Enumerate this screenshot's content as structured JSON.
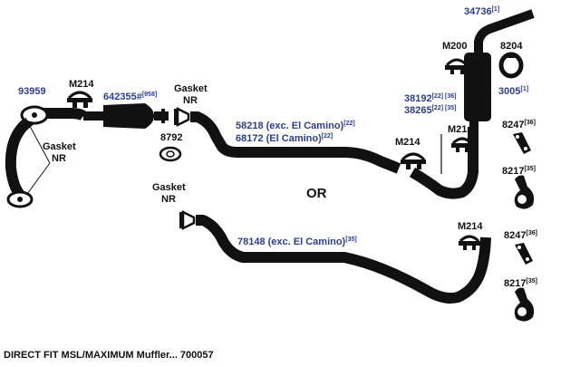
{
  "parts": {
    "p93959": "93959",
    "m214_a": "M214",
    "p642355": "642355#",
    "p642355_sup": "[958]",
    "gasket_left_1": "Gasket",
    "gasket_left_2": "NR",
    "gasket_mid_1": "Gasket",
    "gasket_mid_2": "NR",
    "p8792": "8792",
    "p58218": "58218 (exc. El Camino)",
    "p58218_sup": "[22]",
    "p68172": "68172 (El Camino)",
    "p68172_sup": "[22]",
    "m214_b": "M214",
    "m214_c": "M214",
    "p38192": "38192",
    "p38192_sup": "[22] [36]",
    "p38265": "38265",
    "p38265_sup": "[22] [35]",
    "m200": "M200",
    "p34736": "34736",
    "p34736_sup": "[1]",
    "p8204": "8204",
    "p3005": "3005",
    "p3005_sup": "[1]",
    "p8247_a": "8247",
    "p8247_a_sup": "[36]",
    "p8217_a": "8217",
    "p8217_a_sup": "[35]",
    "or_text": "OR",
    "gasket_low_1": "Gasket",
    "gasket_low_2": "NR",
    "p78148": "78148 (exc. El Camino)",
    "p78148_sup": "[35]",
    "m214_d": "M214",
    "p8247_b": "8247",
    "p8247_b_sup": "[36]",
    "p8217_b": "8217",
    "p8217_b_sup": "[35]"
  },
  "footer": "DIRECT FIT MSL/MAXIMUM Muffler... 700057",
  "colors": {
    "part_label": "#2b3e8f",
    "line": "#111111"
  }
}
